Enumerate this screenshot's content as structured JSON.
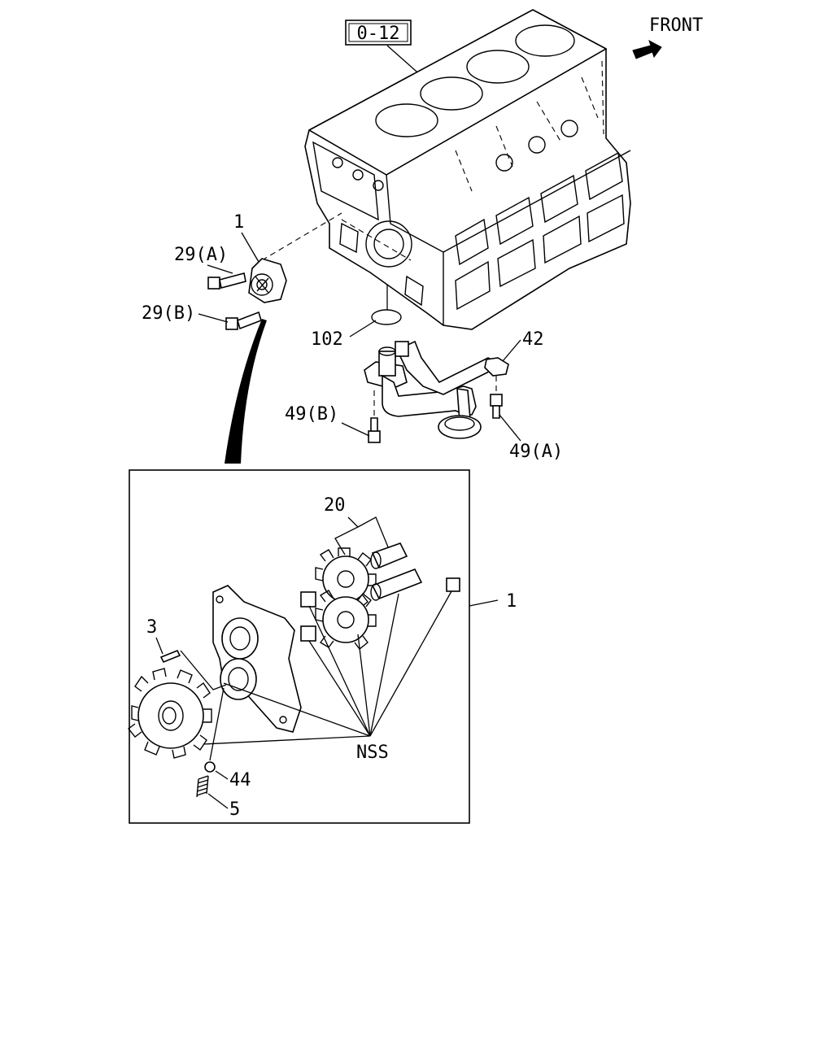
{
  "reference_box": "0-12",
  "direction_label": "FRONT",
  "callouts": {
    "pump_top": "1",
    "bolt_a": "29(A)",
    "bolt_b": "29(B)",
    "oring": "102",
    "bracket": "42",
    "bolt_49b": "49(B)",
    "bolt_49a": "49(A)",
    "gears": "20",
    "pump_detail": "1",
    "pin": "3",
    "nss": "NSS",
    "ball": "44",
    "spring": "5"
  }
}
